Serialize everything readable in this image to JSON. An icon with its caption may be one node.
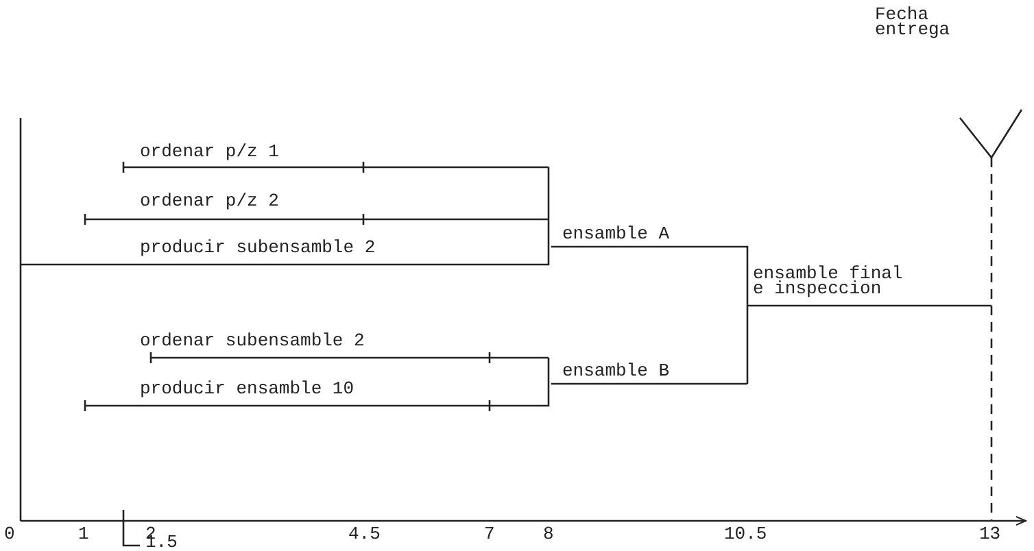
{
  "diagram": {
    "labels": [
      "Fecha entrega",
      "ordenar p/z 1",
      "ordenar p/z 2",
      "producir subensamble 2",
      "ensamble A",
      "ensamble final e inspeccion",
      "ordenar subensamble 2",
      "ensamble B",
      "producir ensamble 10",
      "0",
      "1",
      "2",
      "4.5",
      "7",
      "8",
      "10.5",
      "13",
      "1.5"
    ]
  }
}
